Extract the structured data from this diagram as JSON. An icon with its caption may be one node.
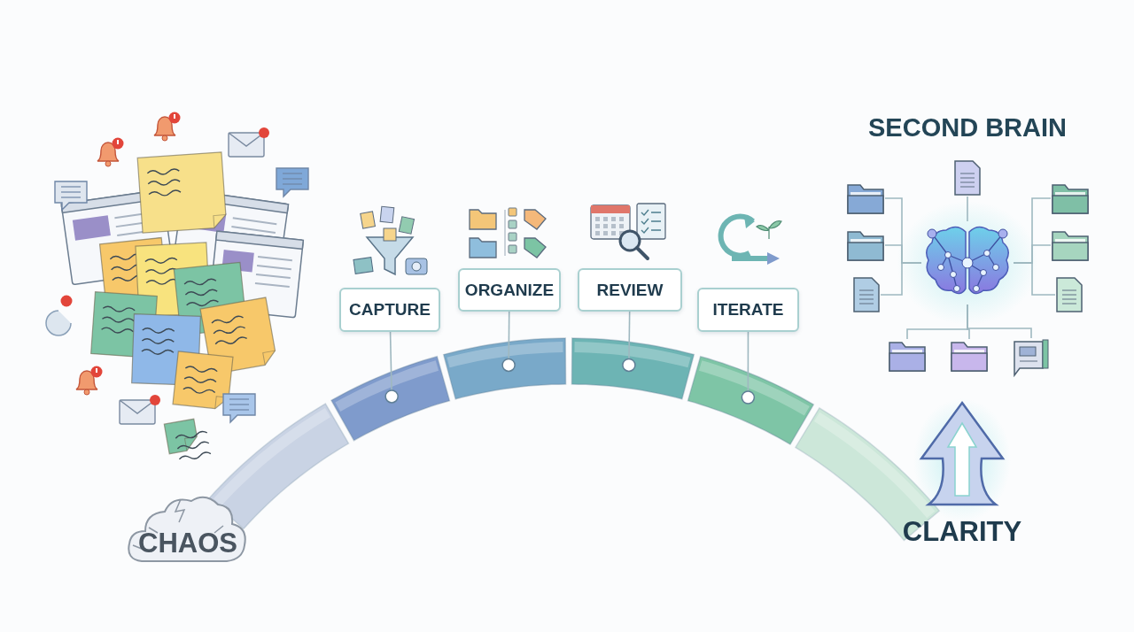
{
  "diagram": {
    "title": "SECOND BRAIN",
    "nodes": [
      {
        "text": [
          "CHAOS"
        ]
      },
      {
        "text": [
          "CAPTURE"
        ]
      },
      {
        "text": [
          "ORGANIZE"
        ]
      },
      {
        "text": [
          "REVIEW"
        ]
      },
      {
        "text": [
          "ITERATE"
        ]
      },
      {
        "text": [
          "CLARITY"
        ]
      },
      {
        "text": [],
        "shape": "picture"
      },
      {
        "text": [],
        "shape": "picture"
      },
      {
        "text": [],
        "shape": "picture"
      },
      {
        "text": [],
        "shape": "picture"
      },
      {
        "text": [],
        "shape": "picture"
      },
      {
        "text": [],
        "shape": "picture"
      },
      {
        "text": [],
        "shape": "picture"
      },
      {
        "text": [],
        "shape": "picture"
      },
      {
        "text": [],
        "shape": "picture"
      },
      {
        "text": [],
        "shape": "picture"
      },
      {
        "text": [],
        "shape": "picture"
      }
    ],
    "edges": [
      {
        "from": 1,
        "to": null,
        "arrow": "none"
      },
      {
        "from": 2,
        "to": null,
        "arrow": "none"
      },
      {
        "from": 3,
        "to": null,
        "arrow": "none"
      },
      {
        "from": 4,
        "to": null,
        "arrow": "none"
      },
      {
        "from": 6,
        "to": 10,
        "arrow": "none"
      },
      {
        "from": 7,
        "to": 10,
        "arrow": "none"
      },
      {
        "from": 8,
        "to": 10,
        "arrow": "none"
      },
      {
        "from": 9,
        "to": 10,
        "arrow": "none"
      },
      {
        "from": 11,
        "to": 10,
        "arrow": "none"
      },
      {
        "from": 12,
        "to": 10,
        "arrow": "none"
      },
      {
        "from": 13,
        "to": 10,
        "arrow": "none"
      },
      {
        "from": 14,
        "to": 10,
        "arrow": "none"
      },
      {
        "from": 15,
        "to": 10,
        "arrow": "none"
      },
      {
        "from": 16,
        "to": 10,
        "arrow": "none"
      }
    ]
  }
}
